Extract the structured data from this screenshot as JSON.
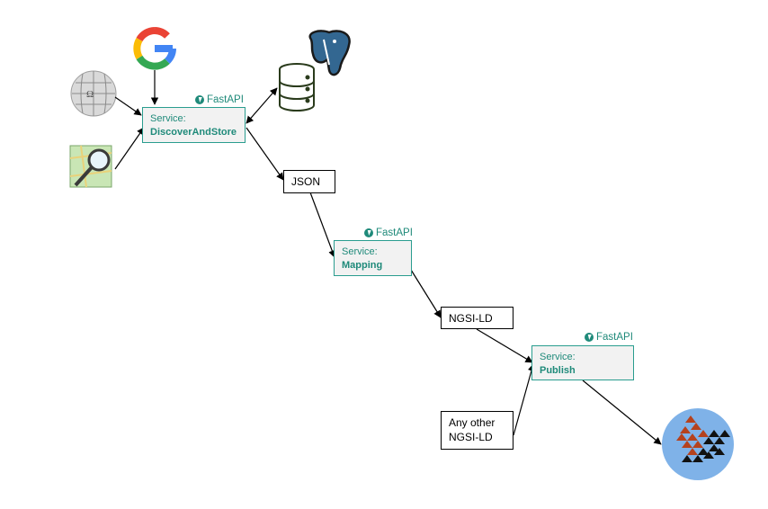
{
  "services": [
    {
      "prefix": "Service:",
      "name": "DiscoverAndStore",
      "badge": "FastAPI"
    },
    {
      "prefix": "Service:",
      "name": "Mapping",
      "badge": "FastAPI"
    },
    {
      "prefix": "Service:",
      "name": "Publish",
      "badge": "FastAPI"
    }
  ],
  "boxes": {
    "json": "JSON",
    "ngsi_ld": "NGSI-LD",
    "other_line1": "Any other",
    "other_line2": "NGSI-LD"
  },
  "icons": [
    "google-icon",
    "wikipedia-icon",
    "openstreetmap-icon",
    "database-icon",
    "postgresql-icon",
    "fiware-icon"
  ],
  "colors": {
    "accent": "#1f8a7a",
    "service_bg": "#f2f2f2"
  }
}
